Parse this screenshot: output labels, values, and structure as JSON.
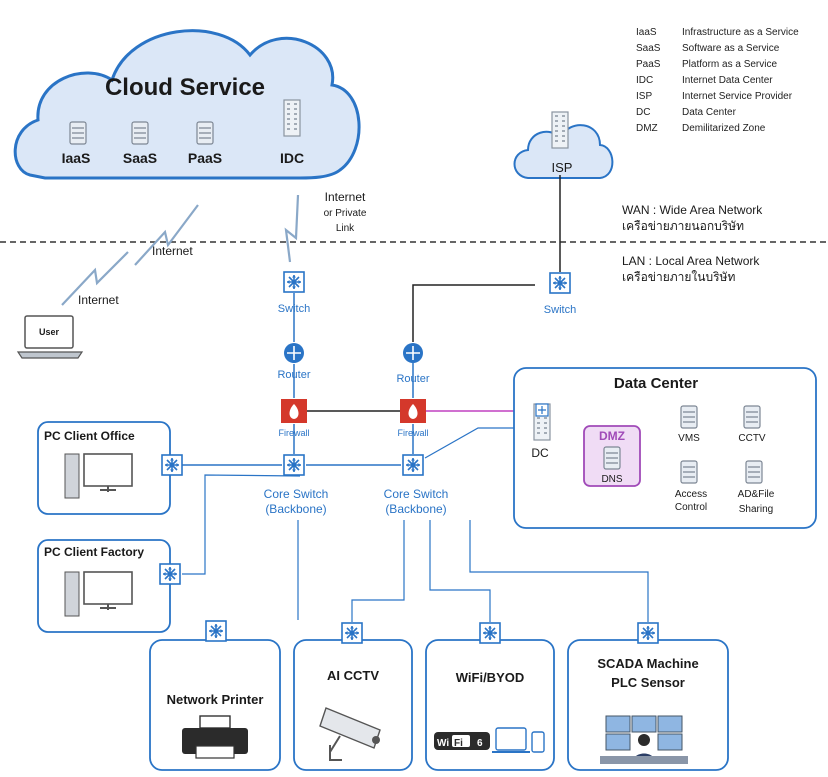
{
  "cloud": {
    "title": "Cloud Service",
    "services": [
      "IaaS",
      "SaaS",
      "PaaS",
      "IDC"
    ]
  },
  "isp": {
    "label": "ISP"
  },
  "legend": [
    {
      "abbr": "IaaS",
      "text": "Infrastructure as a Service"
    },
    {
      "abbr": "SaaS",
      "text": "Software as a Service"
    },
    {
      "abbr": "PaaS",
      "text": "Platform as a Service"
    },
    {
      "abbr": "IDC",
      "text": "Internet Data Center"
    },
    {
      "abbr": "ISP",
      "text": "Internet Service Provider"
    },
    {
      "abbr": "DC",
      "text": "Data Center"
    },
    {
      "abbr": "DMZ",
      "text": "Demilitarized Zone"
    }
  ],
  "zones": {
    "wan_title": "WAN : Wide Area Network",
    "wan_thai": "เครือข่ายภายนอกบริษัท",
    "lan_title": "LAN : Local Area Network",
    "lan_thai": "เครือข่ายภายในบริษัท"
  },
  "links": {
    "internet": "Internet",
    "internet_private_1": "Internet",
    "internet_private_2": "or Private",
    "internet_private_3": "Link"
  },
  "devices": {
    "user": "User",
    "switch": "Switch",
    "router": "Router",
    "firewall": "Firewall",
    "core_switch": "Core Switch",
    "backbone": "(Backbone)"
  },
  "data_center": {
    "title": "Data Center",
    "dc": "DC",
    "dmz": "DMZ",
    "dns": "DNS",
    "vms": "VMS",
    "cctv": "CCTV",
    "access_1": "Access",
    "access_2": "Control",
    "ad_1": "AD&File",
    "ad_2": "Sharing"
  },
  "clients": {
    "office": "PC Client Office",
    "factory": "PC Client Factory"
  },
  "endpoints": {
    "printer": "Network Printer",
    "cctv": "AI CCTV",
    "wifi": "WiFi/BYOD",
    "scada_1": "SCADA Machine",
    "scada_2": "PLC Sensor",
    "wifi_badge_1": "Wi",
    "wifi_badge_2": "Fi",
    "wifi_badge_3": "6"
  },
  "colors": {
    "line_blue": "#2a74c6",
    "cloud_fill": "#dbe7f7",
    "firewall_red": "#d4382b",
    "dmz_purple": "#a04ab8",
    "link_purple": "#c040c0"
  }
}
